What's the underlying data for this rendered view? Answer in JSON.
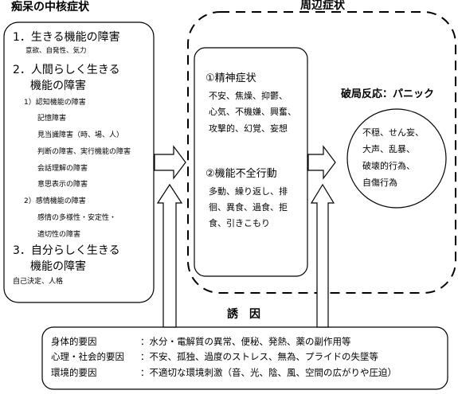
{
  "core": {
    "title": "痴呆の中核症状",
    "item1": "1．生きる機能の障害",
    "item1_sub": "意欲、自発性、気力",
    "item2_line1": "2．人間らしく生きる",
    "item2_line2": "機能の障害",
    "sub1": "1）認知機能の障害",
    "sub1_items": [
      "記憶障害",
      "見当識障害（時、場、人）",
      "判断の障害、実行機能の障害",
      "会話理解の障害",
      "意思表示の障害"
    ],
    "sub2": "2）感情機能の障害",
    "sub2_items": [
      "感情の多様性・安定性・",
      "適切性の障害"
    ],
    "item3_line1": "3．自分らしく生きる",
    "item3_line2": "機能の障害",
    "item3_sub": "自己決定、人格"
  },
  "peripheral": {
    "title": "周辺症状",
    "mental_title": "①精神症状",
    "mental_lines": [
      "不安、焦燥、抑鬱、",
      "心気、不機嫌、興奮、",
      "攻撃的、幻覚、妄想"
    ],
    "behavior_title": "②機能不全行動",
    "behavior_lines": [
      "多動、繰り返し、排",
      "徊、異食、過食、拒",
      "食、引きこもり"
    ],
    "panic_title": "破局反応：パニック",
    "panic_lines": [
      "不穏、せん妄、",
      "大声、乱暴、",
      "破壊的行為、",
      "自傷行為"
    ]
  },
  "factors": {
    "title": "誘　因",
    "rows": [
      {
        "label": "身体的要因",
        "value": "：水分・電解質の異常、便秘、発熱、薬の副作用等"
      },
      {
        "label": "心理・社会的要因",
        "value": "：不安、孤独、過度のストレス、無為、プライドの失墜等"
      },
      {
        "label": "環境的要因",
        "value": "：不適切な環境刺激（音、光、陰、風、空間の広がりや圧迫）"
      }
    ]
  }
}
